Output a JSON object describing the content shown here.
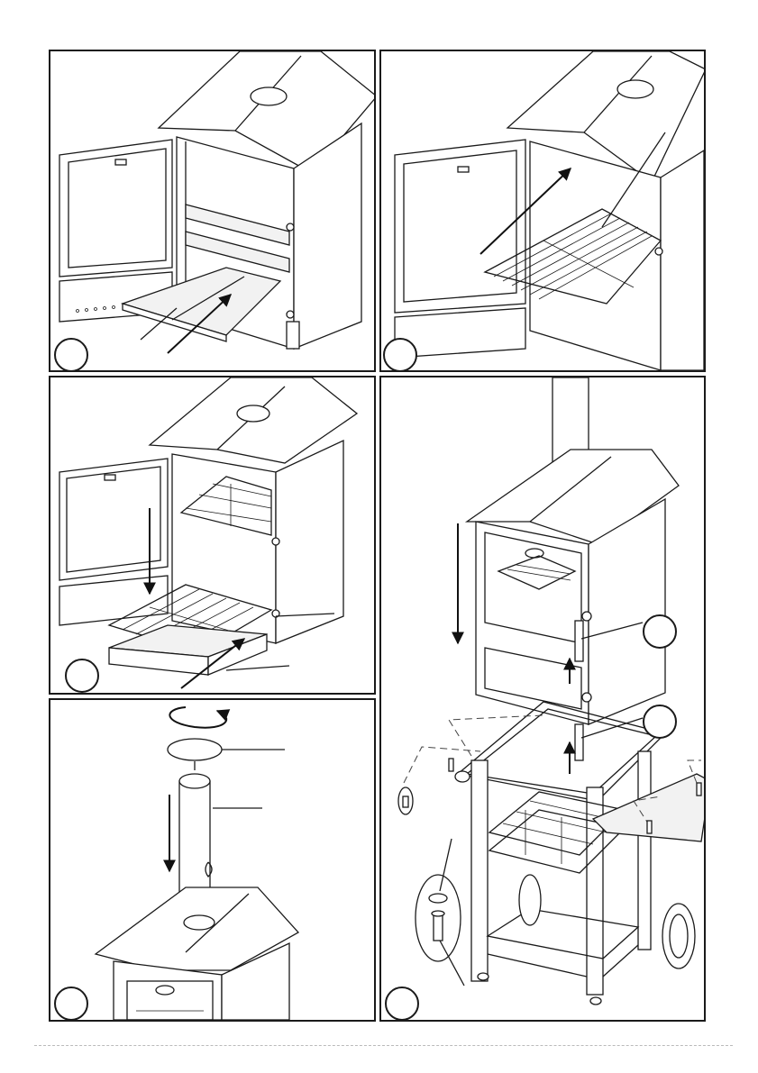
{
  "figure": {
    "steps": [
      {
        "id": "step-1",
        "badge": ""
      },
      {
        "id": "step-2",
        "badge": ""
      },
      {
        "id": "step-3",
        "badge": ""
      },
      {
        "id": "step-4",
        "badge": ""
      },
      {
        "id": "step-5",
        "badge": ""
      }
    ],
    "callouts": [
      "",
      ""
    ],
    "colors": {
      "line": "#1a1a1a",
      "paper": "#ffffff",
      "shade": "#f2f2f2"
    }
  }
}
